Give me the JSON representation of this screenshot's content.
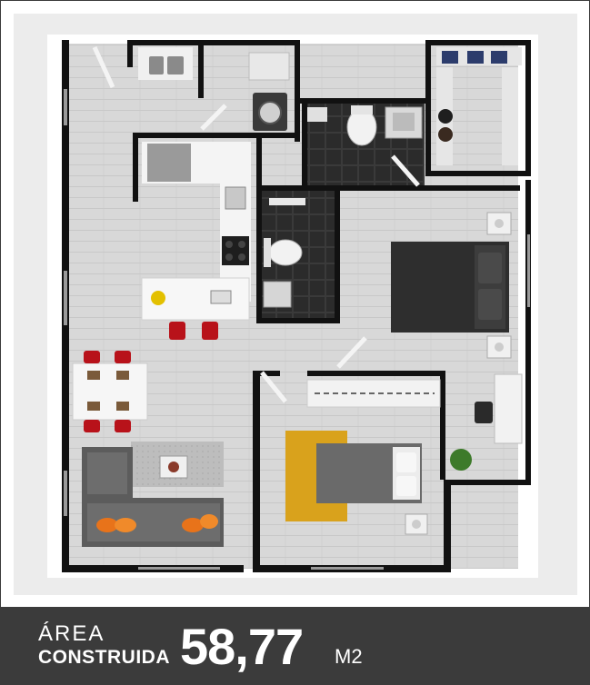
{
  "footer": {
    "line1": "ÁREA",
    "line2": "CONSTRUIDA",
    "value": "58,77",
    "unit": "M2"
  },
  "colors": {
    "footer_bg": "#3b3b3b",
    "wall": "#111111",
    "floor": "#dcdcdc",
    "tile": "#2b2b2b",
    "accent_red": "#c0141c",
    "accent_orange": "#e8731a",
    "rug_yellow": "#d9a21c"
  }
}
